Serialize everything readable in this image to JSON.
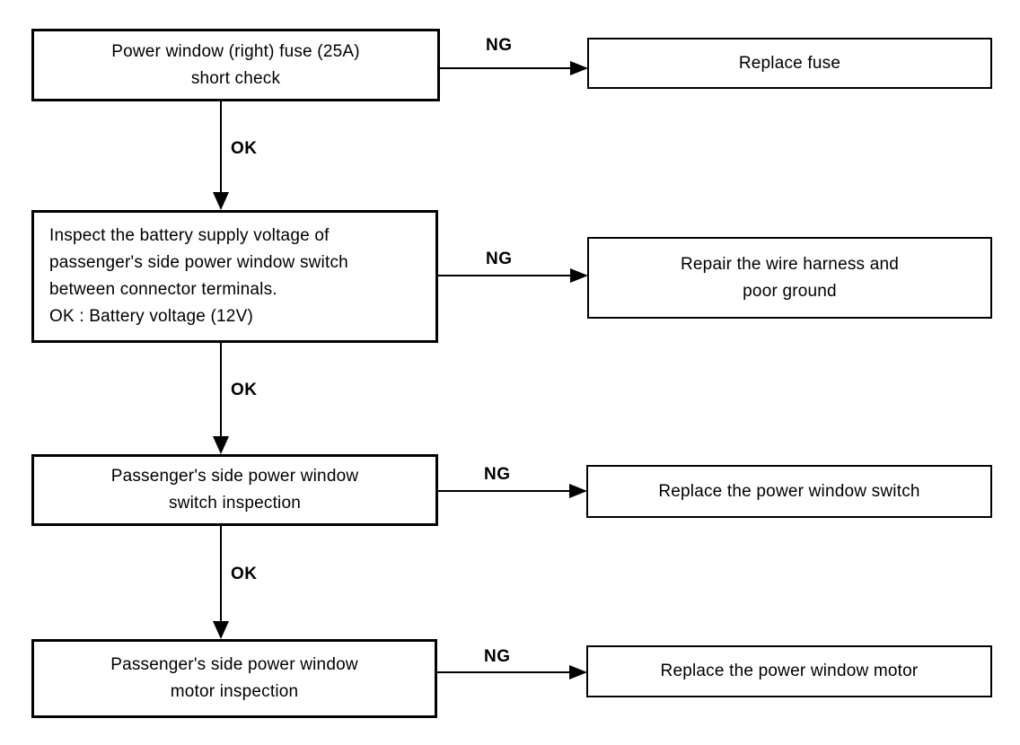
{
  "colors": {
    "ink": "#000000",
    "background": "#ffffff"
  },
  "flowchart": {
    "type": "troubleshooting-flowchart",
    "steps": [
      {
        "check_lines": [
          "Power window (right) fuse (25A)",
          "short check"
        ],
        "ng_label": "NG",
        "ok_label": "OK",
        "result_lines": [
          "Replace fuse"
        ]
      },
      {
        "check_lines": [
          "Inspect the battery supply voltage of",
          "passenger's side power window switch",
          "between connector terminals.",
          "OK : Battery voltage (12V)"
        ],
        "ng_label": "NG",
        "ok_label": "OK",
        "result_lines": [
          "Repair the wire harness and",
          "poor ground"
        ]
      },
      {
        "check_lines": [
          "Passenger's side power window",
          "switch inspection"
        ],
        "ng_label": "NG",
        "ok_label": "OK",
        "result_lines": [
          "Replace the power window switch"
        ]
      },
      {
        "check_lines": [
          "Passenger's side power window",
          "motor inspection"
        ],
        "ng_label": "NG",
        "result_lines": [
          "Replace the power window motor"
        ]
      }
    ]
  }
}
